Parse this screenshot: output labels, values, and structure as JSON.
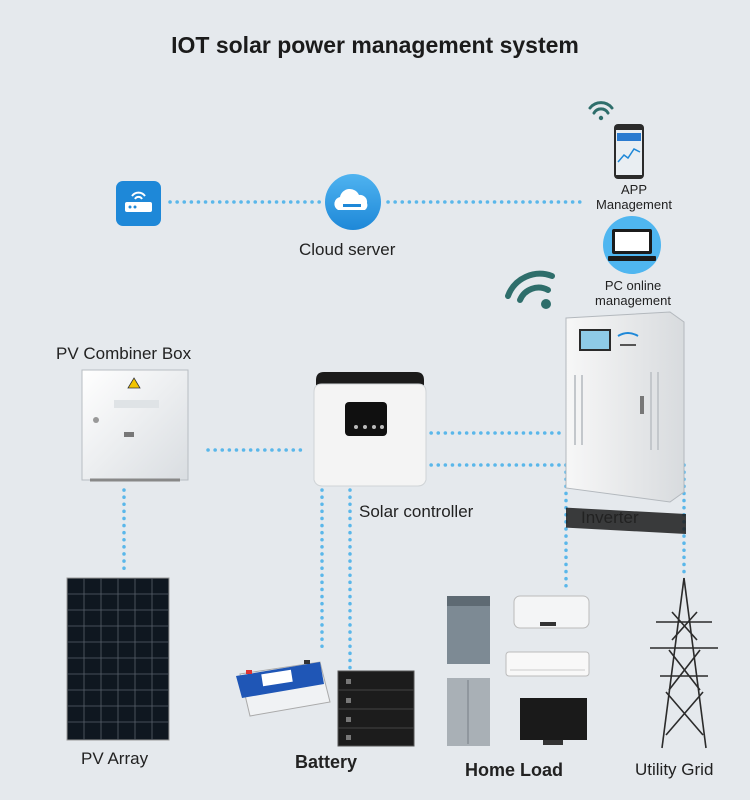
{
  "title": "IOT solar power management system",
  "labels": {
    "cloud_server": "Cloud server",
    "app_management_line1": "APP",
    "app_management_line2": "Management",
    "pc_management_line1": "PC online",
    "pc_management_line2": "management",
    "pv_combiner_box": "PV Combiner Box",
    "solar_controller": "Solar controller",
    "inverter": "Inverter",
    "pv_array": "PV Array",
    "battery": "Battery",
    "home_load": "Home Load",
    "utility_grid": "Utility Grid"
  },
  "colors": {
    "background": "#e5e9ed",
    "connector": "#5ab7ea",
    "accent_blue": "#1e88d8",
    "wifi_teal": "#2e6e6b"
  },
  "icons": [
    "router-icon",
    "cloud-icon",
    "wifi-icon",
    "phone-icon",
    "pc-monitor-icon"
  ]
}
